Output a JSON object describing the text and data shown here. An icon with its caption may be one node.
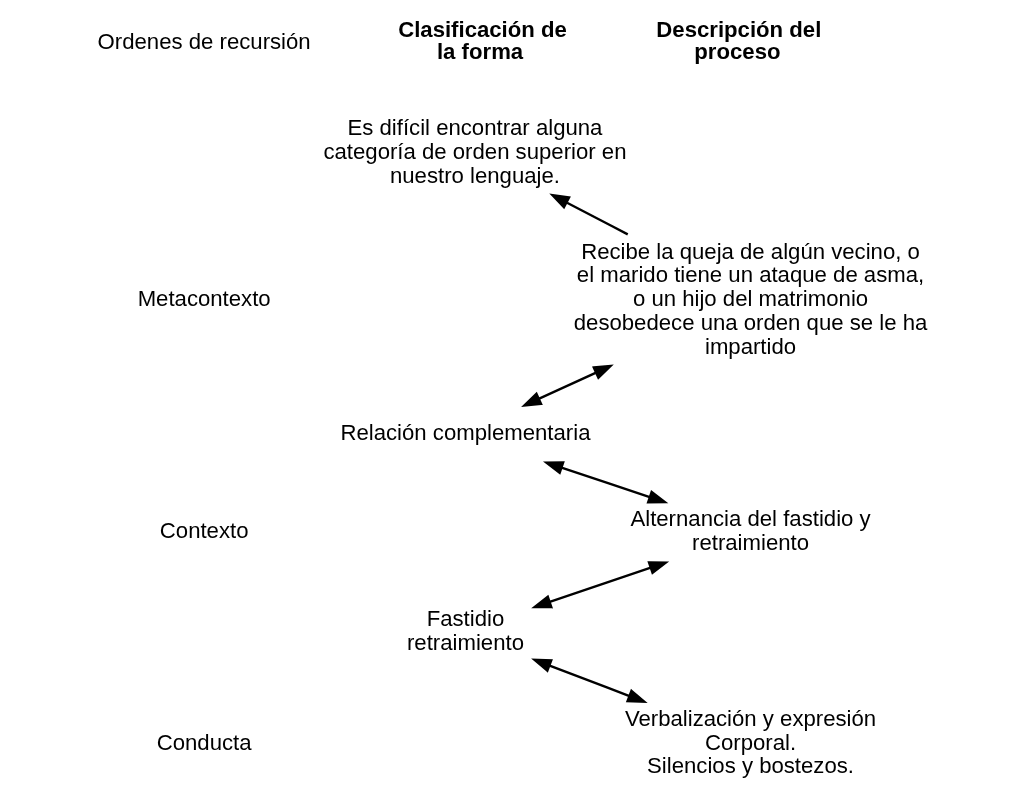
{
  "diagram": {
    "nodes": [
      {
        "text": [
          "Es difícil encontrar alguna categoría de orden superior en nuestro lenguaje."
        ]
      },
      {
        "text": [
          "Recibe la queja de algún vecino, o el marido tiene un ataque de asma, o un hijo del matrimonio desobedece una orden que se le ha impartido"
        ]
      },
      {
        "text": [
          "Relación complementaria"
        ]
      },
      {
        "text": [
          "Alternancia del fastidio y retraimiento"
        ]
      },
      {
        "text": [
          "Fastidio retraimiento"
        ]
      },
      {
        "text": [
          "Verbalización y expresión Corporal.",
          "Silencios y bostezos."
        ]
      }
    ],
    "edges": [
      {
        "from": 1,
        "to": 0,
        "arrow": "to"
      },
      {
        "from": 2,
        "to": 1,
        "arrow": "both"
      },
      {
        "from": 2,
        "to": 3,
        "arrow": "both"
      },
      {
        "from": 4,
        "to": 3,
        "arrow": "both"
      },
      {
        "from": 4,
        "to": 5,
        "arrow": "both"
      }
    ],
    "labels": [
      "Ordenes de recursión",
      "Clasificación de la forma",
      "Descripción del proceso",
      "Metacontexto",
      "Contexto",
      "Conducta"
    ]
  }
}
